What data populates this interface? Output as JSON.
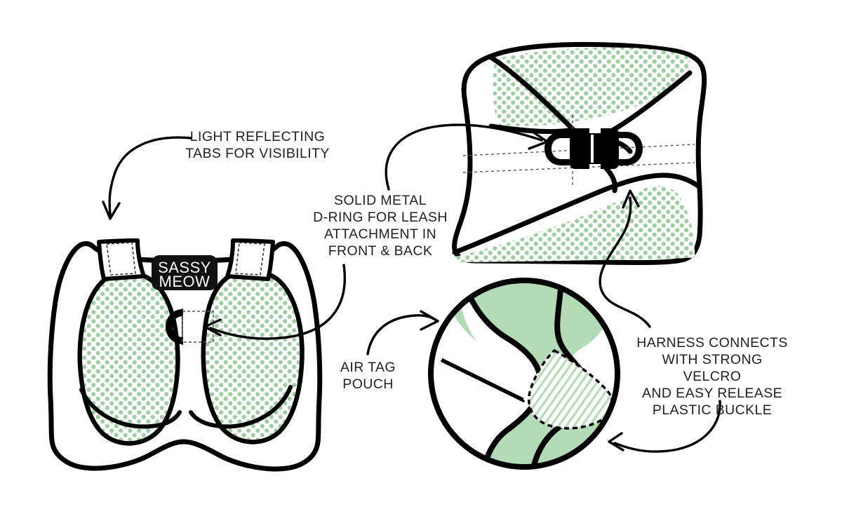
{
  "page": {
    "title": "Pet Harness Feature Callout Diagram",
    "background_color": "#ffffff",
    "ink_color": "#000000",
    "text_color": "#231f20"
  },
  "palette": {
    "dot_green": "#9ecfa3",
    "solid_green": "#b3dbb5",
    "hatch_green": "#b7ddb8",
    "outline_black": "#000000",
    "patch_black": "#111111",
    "patch_text": "#ffffff"
  },
  "callouts": [
    {
      "id": "reflective-tabs",
      "text": "LIGHT REFLECTING\nTABS FOR VISIBILITY",
      "points_to": "front-view-reflective-tab"
    },
    {
      "id": "d-ring",
      "text": "SOLID METAL\nD-RING FOR LEASH\nATTACHMENT IN\nFRONT & BACK",
      "points_to": "front-view-d-ring and back-view-d-ring"
    },
    {
      "id": "air-tag-pouch",
      "text": "AIR TAG\nPOUCH",
      "points_to": "detail-circle-pouch"
    },
    {
      "id": "velcro-buckle",
      "text": "HARNESS CONNECTS\nWITH STRONG VELCRO\nAND EASY RELEASE\nPLASTIC BUCKLE",
      "points_to": "back-view-buckle and detail-circle-velcro"
    }
  ],
  "brand_patch": {
    "line1": "SASSY",
    "line2": "MEOW"
  },
  "views": [
    {
      "id": "front-view",
      "label": "Front view of harness"
    },
    {
      "id": "back-view",
      "label": "Back view of harness with buckle"
    },
    {
      "id": "detail-circle",
      "label": "Zoomed detail of velcro and air tag pouch"
    }
  ],
  "icons": {
    "arrow": "curved-arrow-icon",
    "d_ring": "d-ring-icon",
    "buckle": "plastic-buckle-icon"
  }
}
